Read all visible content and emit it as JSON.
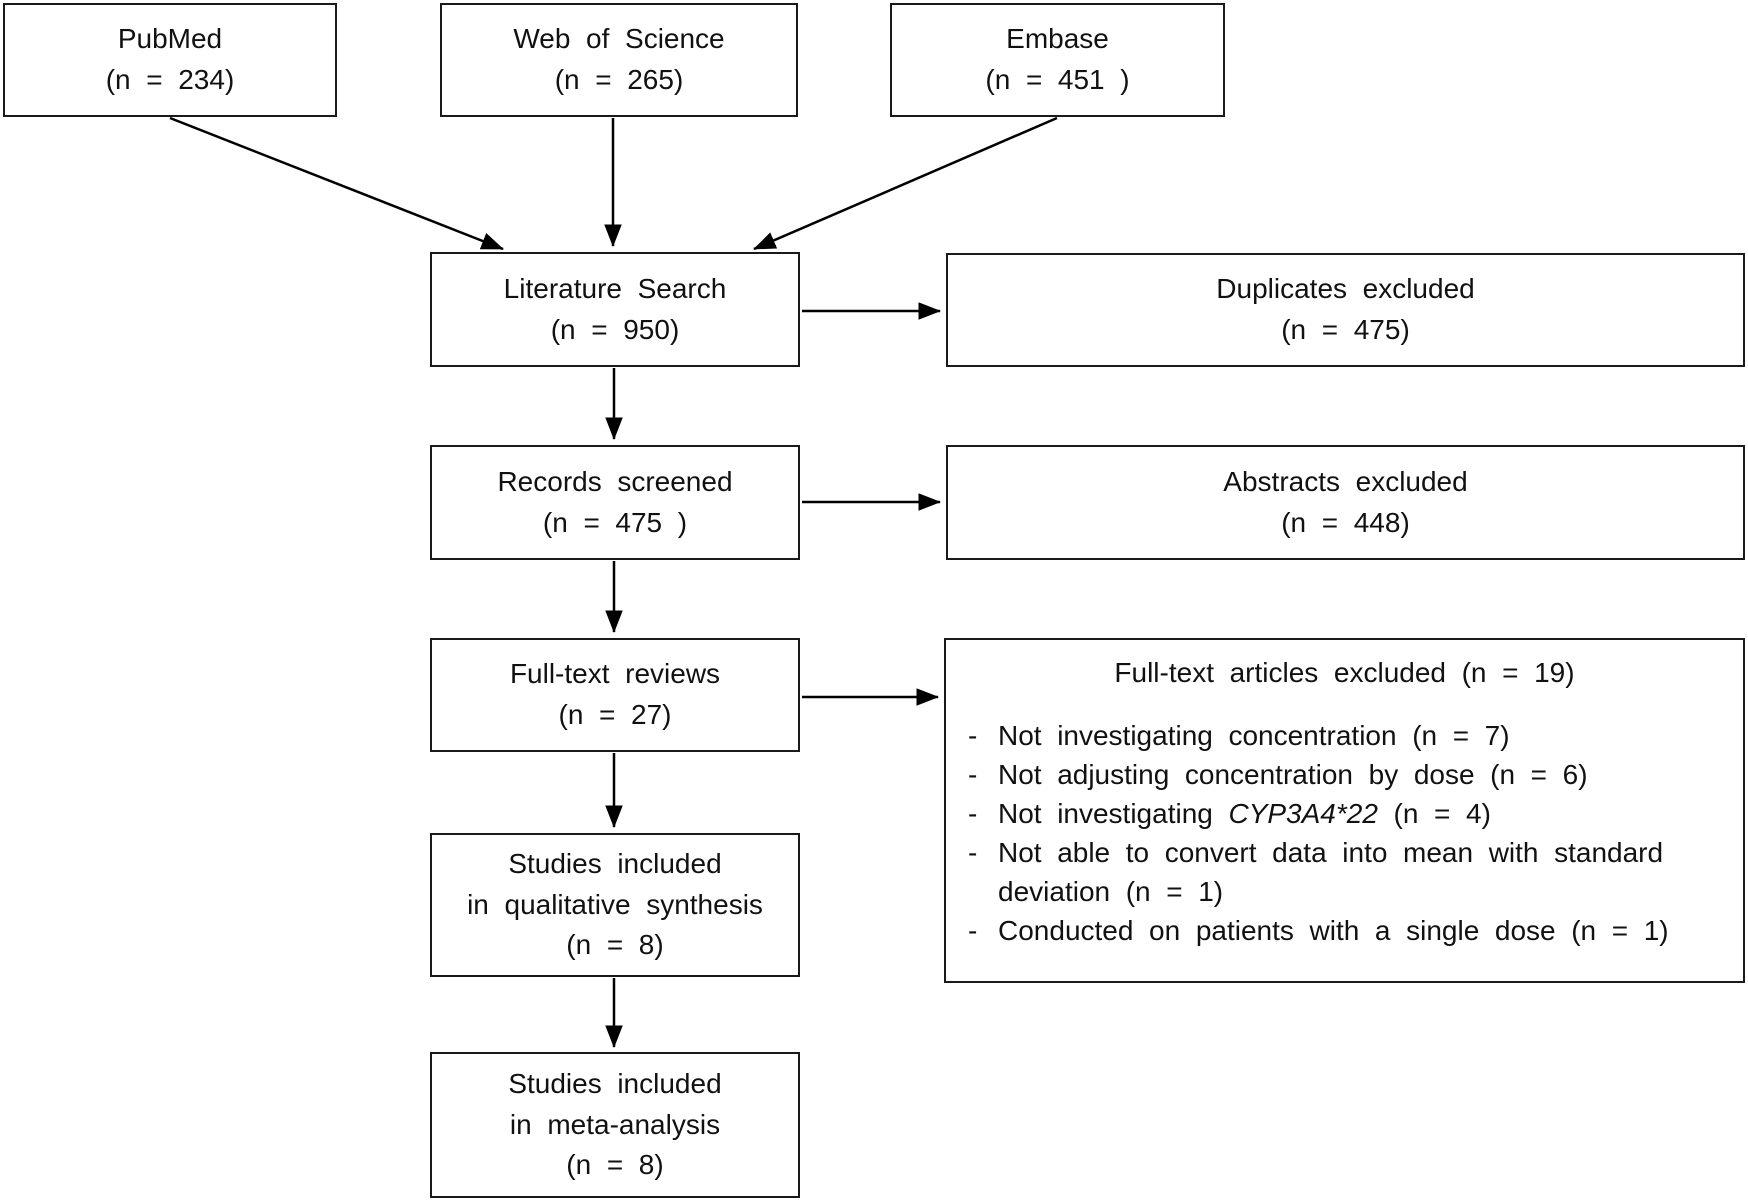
{
  "figure": {
    "background_color": "#ffffff",
    "line_color": "#000000",
    "box_border_color": "#1a1a1a"
  },
  "boxes": {
    "pubmed": {
      "title": "PubMed",
      "count": "(n = 234)"
    },
    "web_of_science": {
      "title": "Web of Science",
      "count": "(n = 265)"
    },
    "embase": {
      "title": "Embase",
      "count": "(n = 451 )"
    },
    "literature_search": {
      "title": "Literature Search",
      "count": "(n = 950)"
    },
    "duplicates_excluded": {
      "title": "Duplicates excluded",
      "count": "(n = 475)"
    },
    "records_screened": {
      "title": "Records screened",
      "count": "(n = 475 )"
    },
    "abstracts_excluded": {
      "title": "Abstracts excluded",
      "count": "(n = 448)"
    },
    "full_text_reviews": {
      "title": "Full-text reviews",
      "count": "(n = 27)"
    },
    "qualitative_synthesis": {
      "line1": "Studies included",
      "line2": "in qualitative synthesis",
      "count": "(n = 8)"
    },
    "meta_analysis": {
      "line1": "Studies included",
      "line2": "in meta-analysis",
      "count": "(n = 8)"
    },
    "full_text_excluded": {
      "title": "Full-text articles excluded (n = 19)",
      "bullet": "-",
      "items": [
        {
          "text": "Not investigating concentration (n = 7)"
        },
        {
          "text": "Not adjusting concentration by dose (n = 6)"
        },
        {
          "pre": "Not investigating ",
          "italic": "CYP3A4*22",
          "post": " (n = 4)"
        },
        {
          "text": "Not able to convert data into mean with standard deviation (n = 1)"
        },
        {
          "text": "Conducted on patients with a single dose (n = 1)"
        }
      ]
    }
  }
}
